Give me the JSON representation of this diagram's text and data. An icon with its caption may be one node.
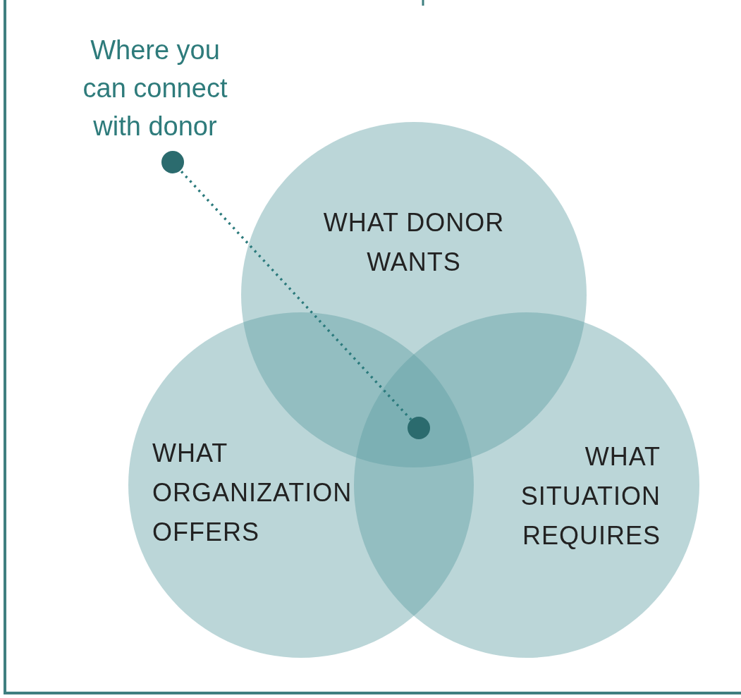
{
  "diagram": {
    "nodes": [
      {
        "text": [
          "Where you can connect with donor"
        ]
      },
      {
        "text": [
          "WHAT DONOR WANTS"
        ]
      },
      {
        "text": [
          "WHAT ORGANIZATION OFFERS"
        ]
      },
      {
        "text": [
          "WHAT SITUATION REQUIRES"
        ]
      },
      {
        "text": [],
        "shape": "circle"
      }
    ],
    "edges": [
      {
        "from": 0,
        "to": 4,
        "arrow": "other",
        "style": "dashed"
      }
    ]
  }
}
